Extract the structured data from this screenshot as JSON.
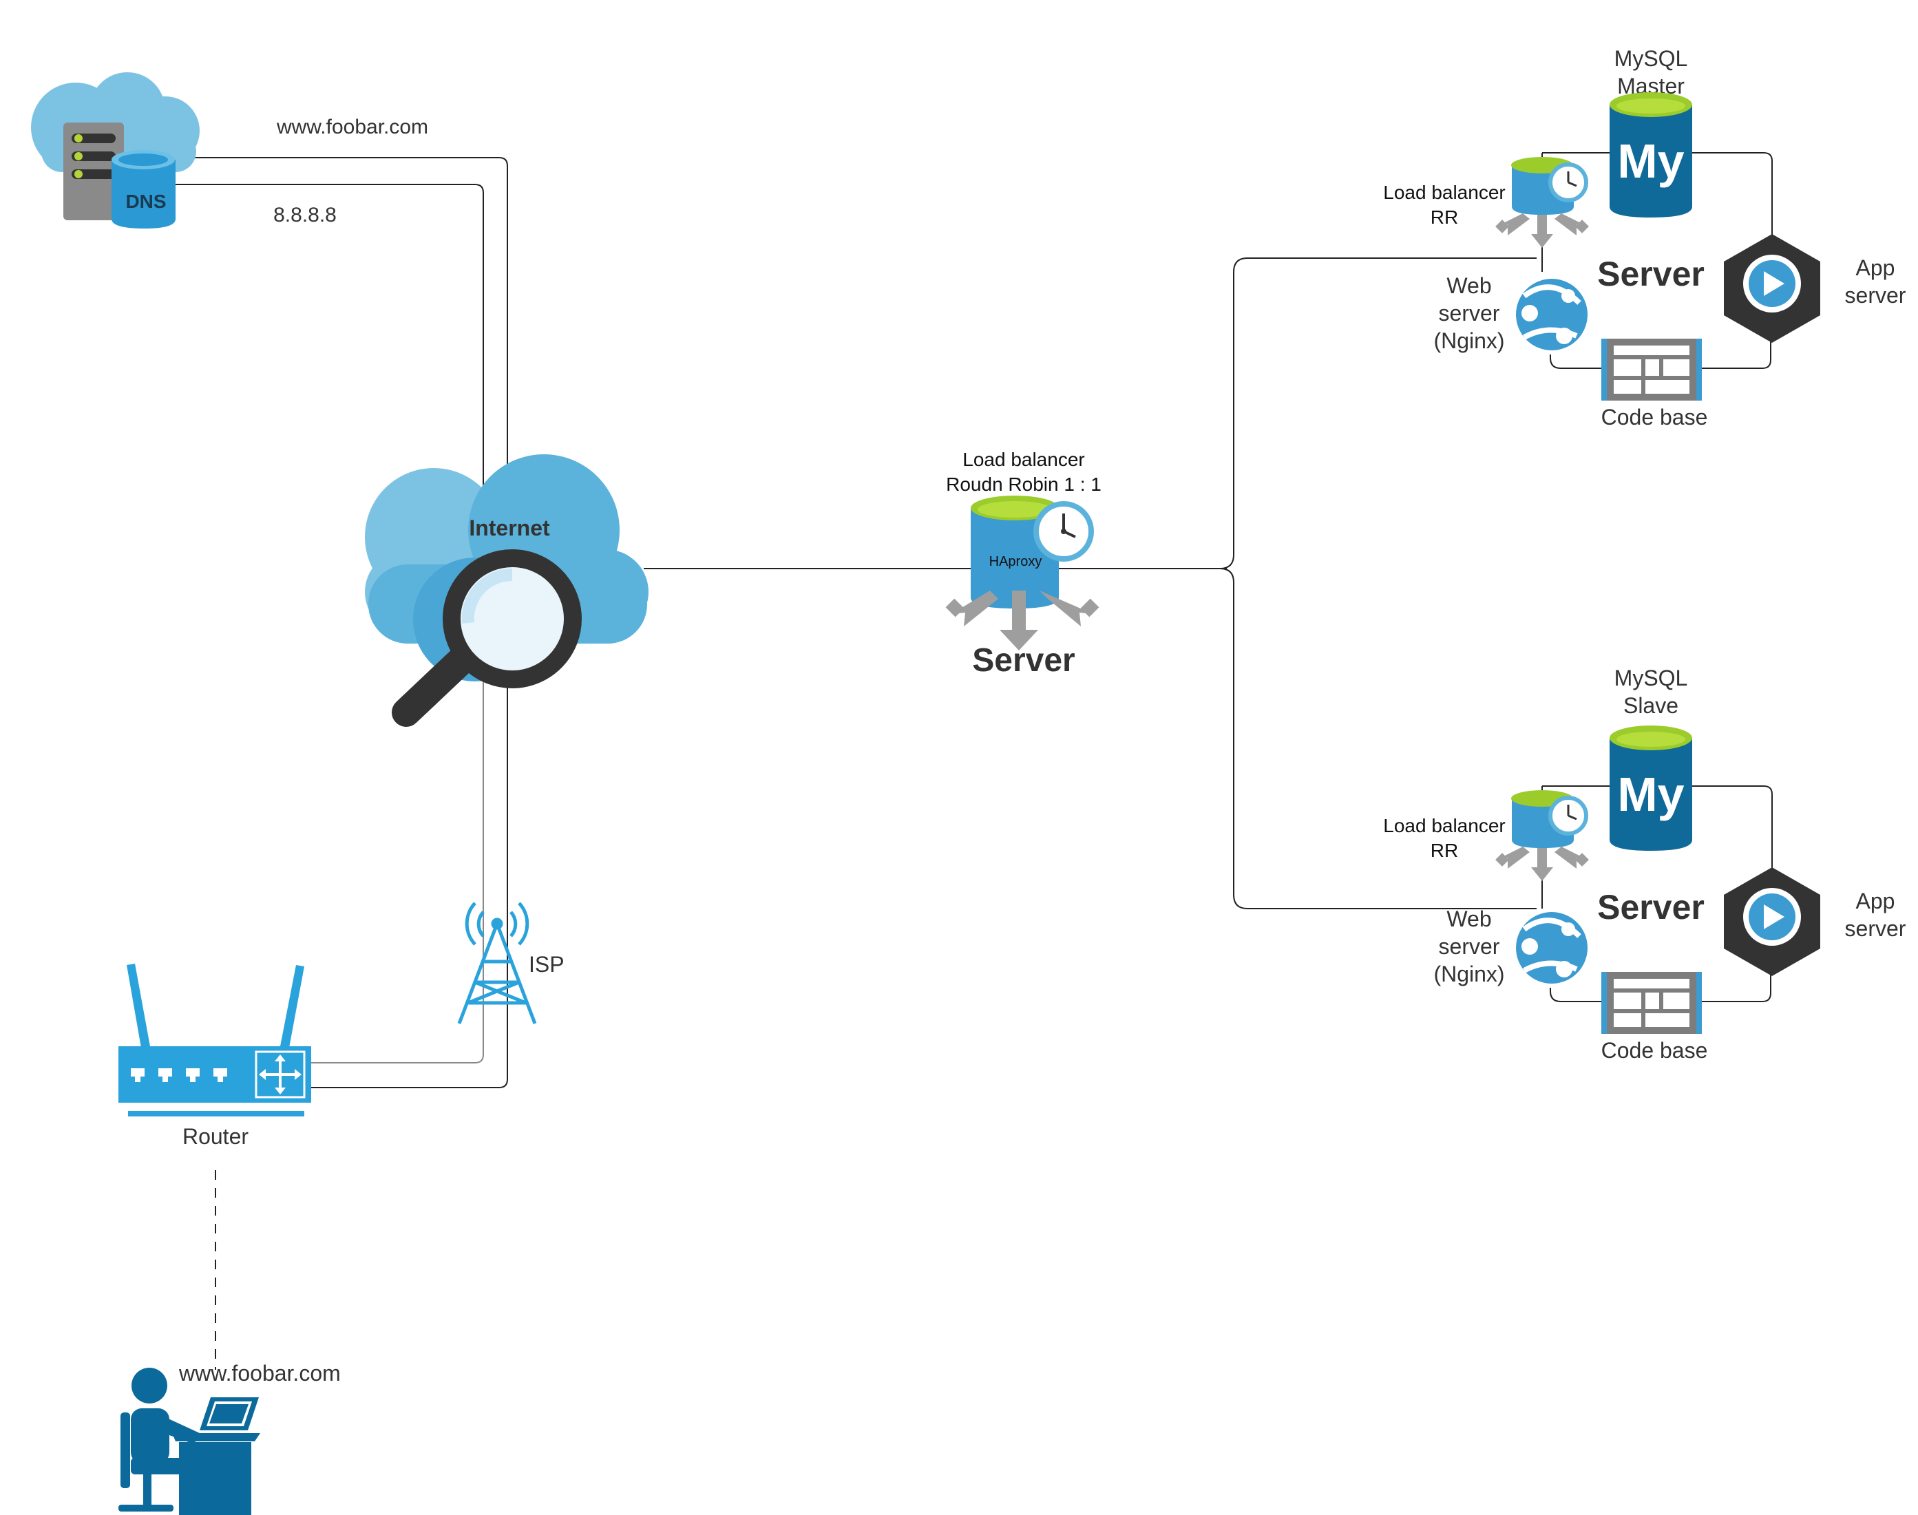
{
  "dns": {
    "label": "DNS",
    "domain_label": "www.foobar.com",
    "ip_label": "8.8.8.8"
  },
  "internet": {
    "label": "Internet"
  },
  "isp": {
    "label": "ISP"
  },
  "router": {
    "label": "Router"
  },
  "user": {
    "label": "www.foobar.com"
  },
  "main_lb": {
    "title_line1": "Load balancer",
    "title_line2": "Roudn Robin 1 : 1",
    "inner_label": "HAproxy",
    "server_label": "Server"
  },
  "server_top": {
    "mysql_line1": "MySQL",
    "mysql_line2": "Master",
    "mysql_logo": "My",
    "lb_line1": "Load balancer",
    "lb_line2": "RR",
    "server_label": "Server",
    "web_line1": "Web",
    "web_line2": "server",
    "web_line3": "(Nginx)",
    "app_line1": "App",
    "app_line2": "server",
    "code_label": "Code base"
  },
  "server_bottom": {
    "mysql_line1": "MySQL",
    "mysql_line2": "Slave",
    "mysql_logo": "My",
    "lb_line1": "Load balancer",
    "lb_line2": "RR",
    "server_label": "Server",
    "web_line1": "Web",
    "web_line2": "server",
    "web_line3": "(Nginx)",
    "app_line1": "App",
    "app_line2": "server",
    "code_label": "Code base"
  },
  "colors": {
    "cloud_light": "#7cc3e3",
    "cloud_mid": "#5bb3dc",
    "azure_blue": "#3c9bd1",
    "mysql_blue": "#0f6a9a",
    "green_top": "#9ccc2c",
    "icon_blue": "#1d9ad6",
    "router_blue": "#2aa3dc",
    "user_blue": "#0b6a9b",
    "dark_gray": "#333333",
    "arrow_gray": "#9e9e9e",
    "line": "#222222"
  }
}
